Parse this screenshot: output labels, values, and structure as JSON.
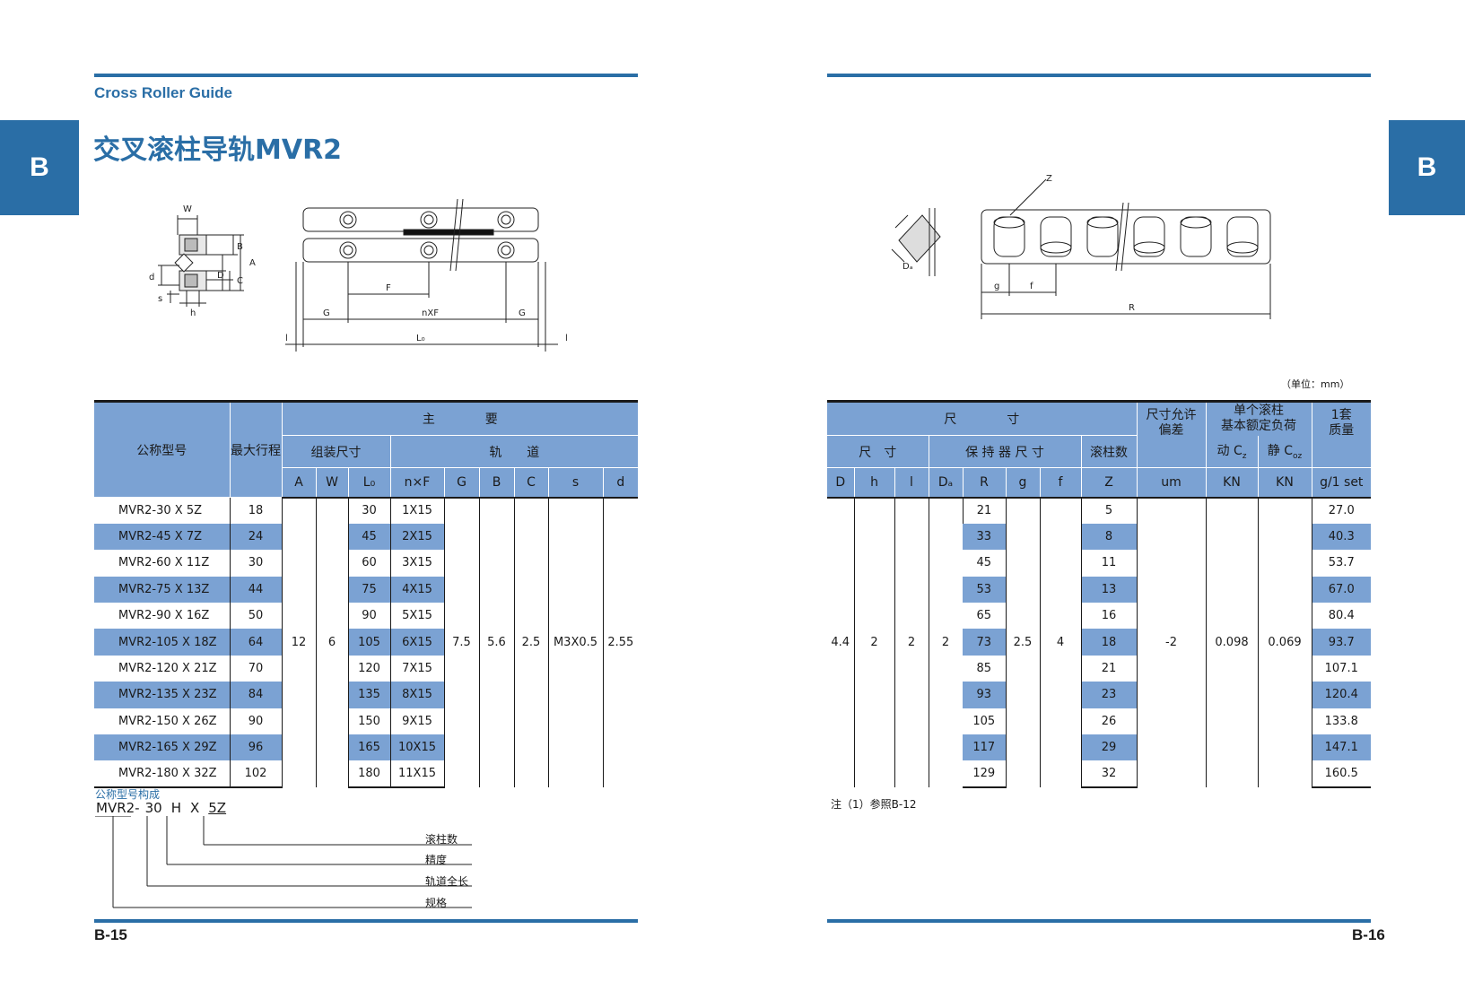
{
  "left_page": {
    "subtitle": "Cross Roller Guide",
    "title": "交叉滚柱导轨MVR2",
    "tab": "B",
    "page_number": "B-15",
    "drawing_labels": {
      "W": "W",
      "B": "B",
      "A": "A",
      "d": "d",
      "D": "D",
      "C": "C",
      "s": "s",
      "h": "h",
      "F": "F",
      "G": "G",
      "nXF": "nXF",
      "l": "l",
      "Lo": "L₀"
    },
    "table": {
      "h_model": "公称型号",
      "h_stroke": "最大行程",
      "h_main": "主　　　　要",
      "h_assembly": "组装尺寸",
      "h_rail": "轨　　道",
      "cols": [
        "A",
        "W",
        "L₀",
        "n×F",
        "G",
        "B",
        "C",
        "s",
        "d"
      ],
      "rows": [
        {
          "model": "MVR2-30 X 5Z",
          "stroke": "18",
          "lo": "30",
          "nxf": "1X15"
        },
        {
          "model": "MVR2-45 X 7Z",
          "stroke": "24",
          "lo": "45",
          "nxf": "2X15"
        },
        {
          "model": "MVR2-60 X 11Z",
          "stroke": "30",
          "lo": "60",
          "nxf": "3X15"
        },
        {
          "model": "MVR2-75 X 13Z",
          "stroke": "44",
          "lo": "75",
          "nxf": "4X15"
        },
        {
          "model": "MVR2-90 X 16Z",
          "stroke": "50",
          "lo": "90",
          "nxf": "5X15"
        },
        {
          "model": "MVR2-105 X 18Z",
          "stroke": "64",
          "lo": "105",
          "nxf": "6X15"
        },
        {
          "model": "MVR2-120 X 21Z",
          "stroke": "70",
          "lo": "120",
          "nxf": "7X15"
        },
        {
          "model": "MVR2-135 X 23Z",
          "stroke": "84",
          "lo": "135",
          "nxf": "8X15"
        },
        {
          "model": "MVR2-150 X 26Z",
          "stroke": "90",
          "lo": "150",
          "nxf": "9X15"
        },
        {
          "model": "MVR2-165 X 29Z",
          "stroke": "96",
          "lo": "165",
          "nxf": "10X15"
        },
        {
          "model": "MVR2-180 X 32Z",
          "stroke": "102",
          "lo": "180",
          "nxf": "11X15"
        }
      ],
      "shared": {
        "A": "12",
        "W": "6",
        "G": "7.5",
        "B": "5.6",
        "C": "2.5",
        "s": "M3X0.5",
        "d": "2.55"
      }
    },
    "code": {
      "heading": "公称型号构成",
      "parts": [
        "MVR2-",
        "30",
        "H",
        "X",
        "5Z"
      ],
      "labels": [
        "滚柱数",
        "精度",
        "轨道全长",
        "规格"
      ]
    }
  },
  "right_page": {
    "tab": "B",
    "page_number": "B-16",
    "unit": "（单位：mm）",
    "drawing_labels": {
      "Z": "Z",
      "Da": "Dₐ",
      "g": "g",
      "f": "f",
      "R": "R"
    },
    "table": {
      "h_dims": "尺　　　　寸",
      "h_tolerance": "尺寸允许\n偏差",
      "h_load": "单个滚柱\n基本额定负荷",
      "h_mass": "1套\n质量",
      "h_size": "尺　寸",
      "h_cage": "保 持 器 尺 寸",
      "h_rollers": "滚柱数",
      "h_dynamic": "动 C",
      "h_dynamic_sub": "z",
      "h_static": "静 C",
      "h_static_sub": "oz",
      "cols": [
        "D",
        "h",
        "l",
        "Dₐ",
        "R",
        "g",
        "f",
        "Z",
        "um",
        "KN",
        "KN",
        "g/1 set"
      ],
      "rows": [
        {
          "R": "21",
          "Z": "5",
          "mass": "27.0"
        },
        {
          "R": "33",
          "Z": "8",
          "mass": "40.3"
        },
        {
          "R": "45",
          "Z": "11",
          "mass": "53.7"
        },
        {
          "R": "53",
          "Z": "13",
          "mass": "67.0"
        },
        {
          "R": "65",
          "Z": "16",
          "mass": "80.4"
        },
        {
          "R": "73",
          "Z": "18",
          "mass": "93.7"
        },
        {
          "R": "85",
          "Z": "21",
          "mass": "107.1"
        },
        {
          "R": "93",
          "Z": "23",
          "mass": "120.4"
        },
        {
          "R": "105",
          "Z": "26",
          "mass": "133.8"
        },
        {
          "R": "117",
          "Z": "29",
          "mass": "147.1"
        },
        {
          "R": "129",
          "Z": "32",
          "mass": "160.5"
        }
      ],
      "shared": {
        "D": "4.4",
        "h": "2",
        "l": "2",
        "Da": "2",
        "g": "2.5",
        "f": "4",
        "tol": "-2",
        "cz": "0.098",
        "coz": "0.069"
      }
    },
    "note": "注（1）参照B-12"
  },
  "colors": {
    "accent": "#2a6ea6",
    "table_blue": "#7ba2d3"
  }
}
